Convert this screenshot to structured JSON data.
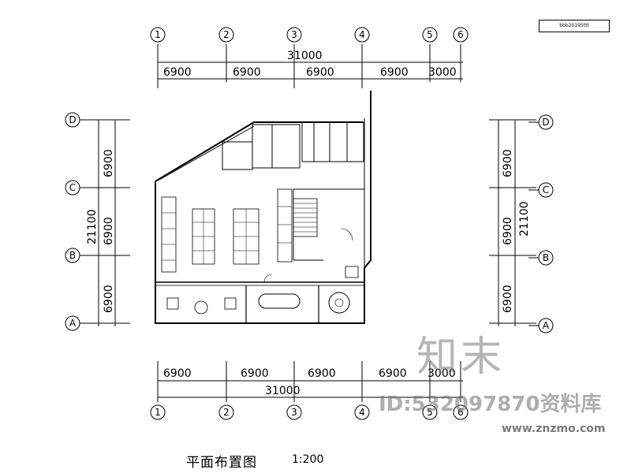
{
  "drawing": {
    "title": "平面布置图",
    "scale": "1:200",
    "stamp": "bbb20195ttt"
  },
  "axes": {
    "numbers": [
      "1",
      "2",
      "3",
      "4",
      "5",
      "6"
    ],
    "letters": [
      "D",
      "C",
      "B",
      "A"
    ]
  },
  "dimensions": {
    "top_total": "31000",
    "top_segments": [
      "6900",
      "6900",
      "6900",
      "6900",
      "3000"
    ],
    "bottom_total": "31000",
    "bottom_segments": [
      "6900",
      "6900",
      "6900",
      "6900",
      "3000"
    ],
    "left_total": "21100",
    "left_segments": [
      "6900",
      "6900",
      "6900"
    ],
    "right_total": "21100",
    "right_segments": [
      "6900",
      "6900",
      "6900"
    ]
  },
  "watermark": {
    "brand": "知末",
    "id": "ID:532097870",
    "library": "资料库",
    "url": "www.znzmo.com"
  }
}
